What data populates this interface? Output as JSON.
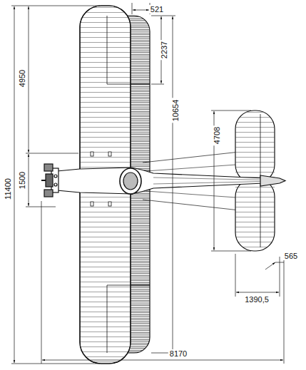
{
  "diagram": {
    "labels": [
      "521",
      "2237",
      "4950",
      "10654",
      "4708",
      "11400",
      "1500",
      "565",
      "1390,5",
      "8170"
    ]
  }
}
